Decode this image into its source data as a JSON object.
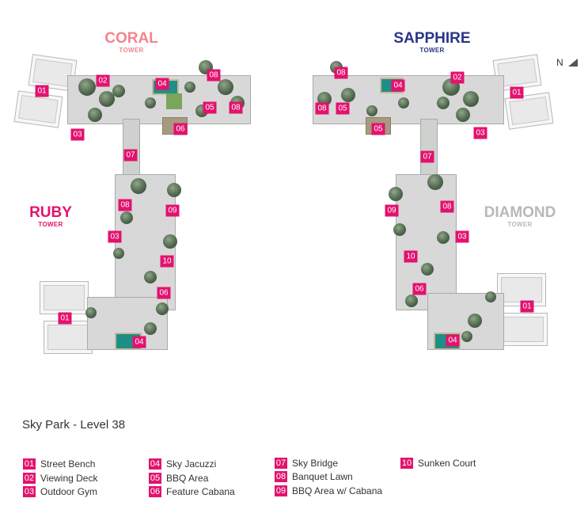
{
  "towers": [
    {
      "name": "CORAL",
      "sub": "TOWER",
      "color": "#f2858f"
    },
    {
      "name": "SAPPHIRE",
      "sub": "TOWER",
      "color": "#2a3487"
    },
    {
      "name": "RUBY",
      "sub": "TOWER",
      "color": "#e3126e"
    },
    {
      "name": "DIAMOND",
      "sub": "TOWER",
      "color": "#b8b8b8"
    }
  ],
  "north_label": "N",
  "markers": {
    "coral": [
      "01",
      "02",
      "03",
      "04",
      "08",
      "05",
      "08",
      "06",
      "07"
    ],
    "sapphire": [
      "08",
      "04",
      "02",
      "01",
      "08",
      "05",
      "05",
      "03",
      "07"
    ],
    "ruby": [
      "08",
      "09",
      "03",
      "10",
      "06",
      "01",
      "04"
    ],
    "diamond": [
      "09",
      "08",
      "03",
      "10",
      "06",
      "01",
      "04"
    ]
  },
  "title": "Sky Park - Level 38",
  "legend": [
    {
      "num": "01",
      "label": "Street Bench"
    },
    {
      "num": "02",
      "label": "Viewing Deck"
    },
    {
      "num": "03",
      "label": "Outdoor Gym"
    },
    {
      "num": "04",
      "label": "Sky Jacuzzi"
    },
    {
      "num": "05",
      "label": "BBQ Area"
    },
    {
      "num": "06",
      "label": "Feature Cabana"
    },
    {
      "num": "07",
      "label": "Sky Bridge"
    },
    {
      "num": "08",
      "label": "Banquet Lawn"
    },
    {
      "num": "09",
      "label": "BBQ Area w/ Cabana"
    },
    {
      "num": "10",
      "label": "Sunken Court"
    }
  ],
  "colors": {
    "marker": "#e3126e"
  }
}
